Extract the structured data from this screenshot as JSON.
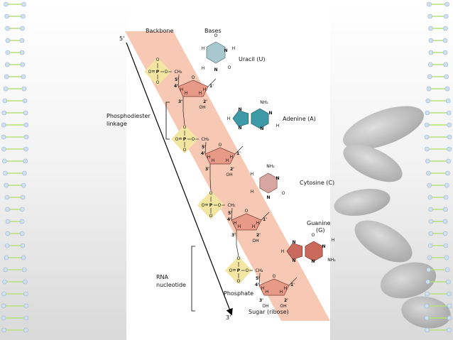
{
  "header": {
    "backbone": "Backbone",
    "bases": "Bases"
  },
  "strand": {
    "five_prime": "5'",
    "three_prime": "3'"
  },
  "labels": {
    "phosphodiester_line1": "Phosphodiester",
    "phosphodiester_line2": "linkage",
    "rna_line1": "RNA",
    "rna_line2": "nucleotide",
    "phosphate": "Phosphate",
    "sugar": "Sugar (ribose)"
  },
  "bases": {
    "uracil": "Uracil (U)",
    "adenine": "Adenine (A)",
    "cytosine": "Cytosine (C)",
    "guanine_line1": "Guanine",
    "guanine_line2": "(G)"
  },
  "chem": {
    "O": "O",
    "P": "P",
    "C": "C",
    "H": "H",
    "N": "N",
    "OH": "OH",
    "CH2": "CH₂",
    "NH2": "NH₂",
    "c1": "1'",
    "c2": "2'",
    "c3": "3'",
    "c4": "4'",
    "c5": "5'"
  },
  "colors": {
    "strand": "#f7c9b5",
    "phosphate": "#f3e6a3",
    "sugar": "#e79a87",
    "uracil": "#a9c7cf",
    "adenine": "#3f9aa8",
    "cytosine": "#d8a6a0",
    "guanine": "#c96a5d",
    "beads": "#b8e07a"
  }
}
